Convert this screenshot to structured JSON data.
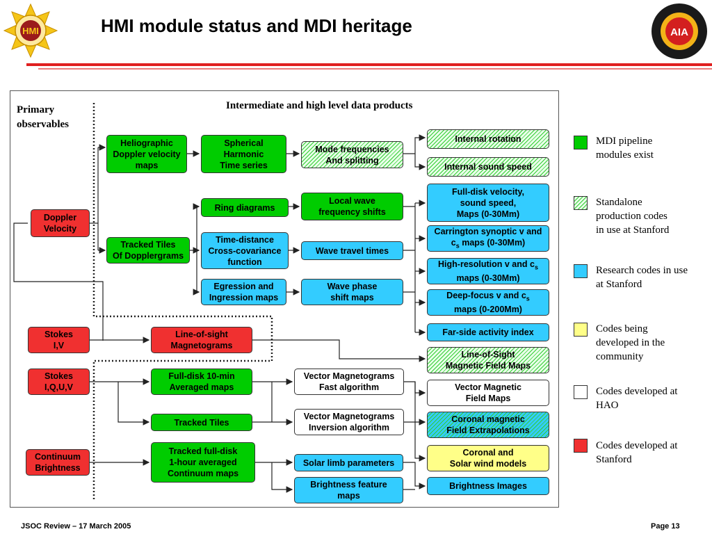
{
  "title": "HMI module status and MDI heritage",
  "frame": {
    "heading": "Intermediate and high level data products",
    "primary_label": "Primary\nobservables"
  },
  "logos": {
    "left_text": "HMI",
    "right_text": "AIA"
  },
  "boxes": {
    "heliographic": "Heliographic\nDoppler velocity\nmaps",
    "spherical": "Spherical\nHarmonic\nTime series",
    "mode_freq": "Mode frequencies\nAnd splitting",
    "internal_rotation": "Internal rotation",
    "internal_sound": "Internal sound speed",
    "doppler_velocity": "Doppler\nVelocity",
    "ring_diagrams": "Ring diagrams",
    "local_wave": "Local wave\nfrequency shifts",
    "fulldisk_velocity": "Full-disk velocity,\nsound speed,\nMaps (0-30Mm)",
    "tracked_tiles_doppler": "Tracked Tiles\nOf Dopplergrams",
    "time_distance": "Time-distance\nCross-covariance\nfunction",
    "wave_travel": "Wave travel times",
    "carrington_line1": "Carrington synoptic v and",
    "carrington_line2": "maps (0-30Mm)",
    "highres_line1": "High-resolution v and c",
    "highres_line2": "maps (0-30Mm)",
    "egression": "Egression and\nIngression maps",
    "wave_phase": "Wave phase\nshift maps",
    "deepfocus_line1": "Deep-focus v and c",
    "deepfocus_line2": "maps (0-200Mm)",
    "farside": "Far-side activity index",
    "stokes_iv": "Stokes\nI,V",
    "los_magnetograms": "Line-of-sight\nMagnetograms",
    "los_field_maps": "Line-of-Sight\nMagnetic Field Maps",
    "stokes_iquv": "Stokes\nI,Q,U,V",
    "fulldisk_10min": "Full-disk 10-min\nAveraged maps",
    "vector_fast": "Vector Magnetograms\nFast algorithm",
    "vector_field_maps": "Vector Magnetic\nField Maps",
    "tracked_tiles": "Tracked Tiles",
    "vector_inversion": "Vector Magnetograms\nInversion algorithm",
    "coronal_extrap": "Coronal magnetic\nField Extrapolations",
    "continuum": "Continuum\nBrightness",
    "tracked_fulldisk": "Tracked full-disk\n1-hour averaged\nContinuum maps",
    "solar_limb": "Solar limb parameters",
    "coronal_solar_wind": "Coronal and\nSolar wind models",
    "brightness_feature": "Brightness feature\nmaps",
    "brightness_images": "Brightness Images"
  },
  "subscript_s": "s",
  "c_prefix": "c",
  "legend": [
    {
      "color": "#00cc00",
      "style": "solid",
      "label": "MDI pipeline\nmodules exist"
    },
    {
      "color": "#33cc33",
      "style": "hatch",
      "label": "Standalone\nproduction codes\nin use at Stanford"
    },
    {
      "color": "#33ccff",
      "style": "solid",
      "label": "Research codes in use\nat Stanford"
    },
    {
      "color": "#ffff88",
      "style": "solid",
      "label": "Codes being\ndeveloped in the\ncommunity"
    },
    {
      "color": "#ffffff",
      "style": "solid",
      "label": "Codes developed at\nHAO"
    },
    {
      "color": "#f03030",
      "style": "solid",
      "label": "Codes developed at\nStanford"
    }
  ],
  "footer": {
    "left": "JSOC Review – 17 March 2005",
    "right": "Page 13"
  }
}
